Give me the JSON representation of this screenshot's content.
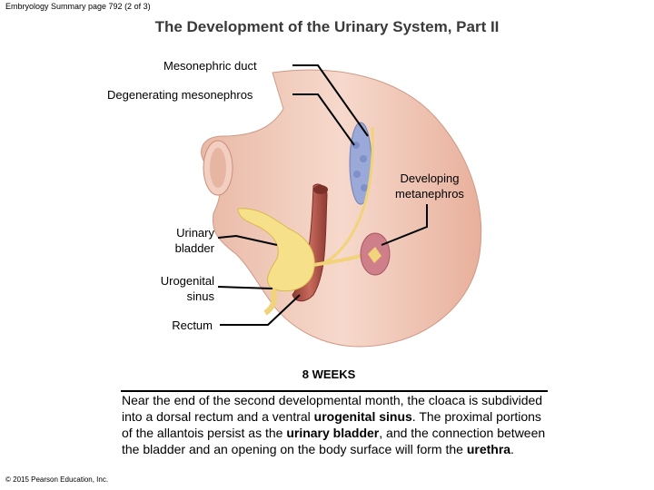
{
  "header": "Embryology Summary page 792 (2 of 3)",
  "title": "The Development of the Urinary System, Part II",
  "labels": {
    "mesonephric_duct": "Mesonephric duct",
    "degenerating_mesonephros": "Degenerating mesonephros",
    "developing_line1": "Developing",
    "developing_line2": "metanephros",
    "urinary_line1": "Urinary",
    "urinary_line2": "bladder",
    "urogenital_line1": "Urogenital",
    "urogenital_line2": "sinus",
    "rectum": "Rectum"
  },
  "stage": "8 WEEKS",
  "description": {
    "p1": "Near the end of the second developmental month, the cloaca is subdivided into a dorsal rectum and a ventral ",
    "b1": "urogenital sinus",
    "p2": ". The proximal portions of the allantois persist as the ",
    "b2": "urinary bladder",
    "p3": ", and the connection between the bladder and an opening on the body surface will form the ",
    "b3": "urethra",
    "p4": "."
  },
  "copyright": "© 2015 Pearson Education, Inc.",
  "colors": {
    "tissue": "#f3d2c2",
    "tissue_dark": "#d9a48e",
    "bladder": "#f7e08a",
    "rectum": "#b8564a",
    "kidney": "#cf7f8a",
    "mesonephros": "#9aa9d8"
  }
}
